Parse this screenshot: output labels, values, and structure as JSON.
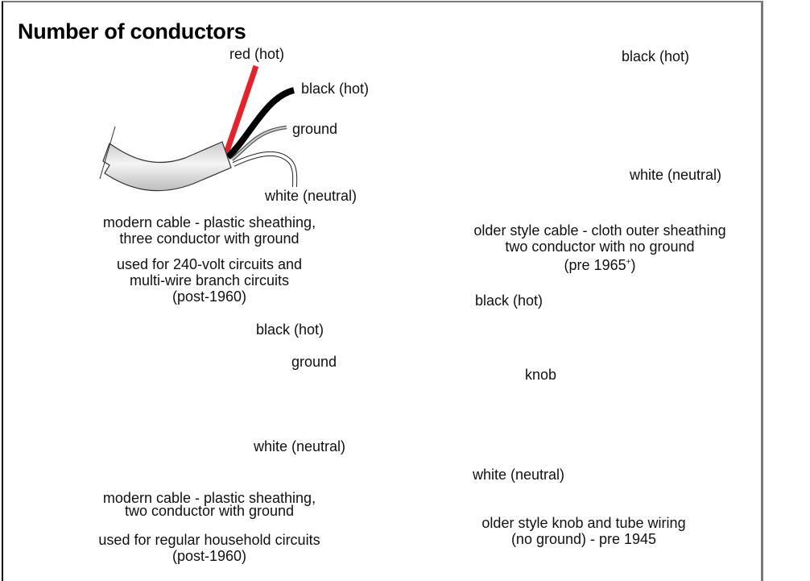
{
  "title": "Number of conductors",
  "colors": {
    "red_wire": "#e8202a",
    "black_wire": "#000000",
    "sheath": "#dcdcdc",
    "cloth": "#c8c8c8",
    "frame": "#7a7a7a"
  },
  "panels": {
    "three_conductor": {
      "labels": {
        "red": "red (hot)",
        "black": "black (hot)",
        "ground": "ground",
        "white": "white (neutral)"
      },
      "caption_lines": [
        "modern cable - plastic sheathing,",
        "three conductor with ground"
      ],
      "usage_lines": [
        "used for 240-volt circuits and",
        "multi-wire branch circuits",
        "(post-1960)"
      ]
    },
    "cloth_two_conductor": {
      "labels": {
        "black": "black (hot)",
        "white": "white (neutral)"
      },
      "caption_lines": [
        "older style cable - cloth outer sheathing",
        "two conductor with no ground"
      ],
      "era_prefix": "(pre 1965",
      "era_superscript": "+",
      "era_suffix": ")"
    },
    "two_conductor": {
      "labels": {
        "black": "black (hot)",
        "ground": "ground",
        "white": "white (neutral)"
      },
      "caption_lines": [
        "modern cable - plastic sheathing,",
        "two conductor with ground"
      ],
      "usage_lines": [
        "used for regular household circuits",
        "(post-1960)"
      ]
    },
    "knob_and_tube": {
      "labels": {
        "black": "black (hot)",
        "knob": "knob",
        "white": "white (neutral)"
      },
      "caption_lines": [
        "older style knob and tube wiring",
        "(no ground) - pre 1945"
      ]
    }
  }
}
